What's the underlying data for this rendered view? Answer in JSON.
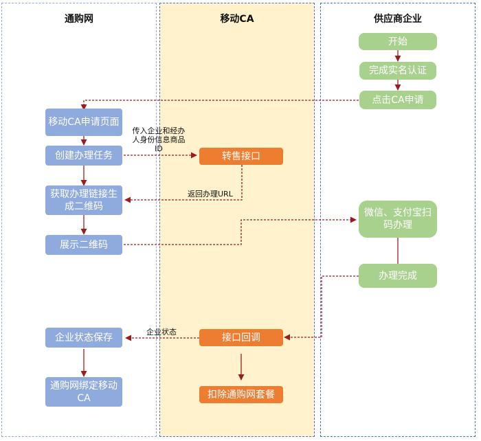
{
  "lanes": {
    "left": {
      "title": "通购网"
    },
    "middle": {
      "title": "移动CA"
    },
    "right": {
      "title": "供应商企业"
    }
  },
  "nodes": {
    "start": "开始",
    "realname": "完成实名认证",
    "click_ca": "点击CA申请",
    "ca_page": "移动CA申请页面",
    "create_task": "创建办理任务",
    "resale_api": "转售接口",
    "get_link": "获取办理链接生成二维码",
    "show_qr": "展示二维码",
    "scan": "微信、支付宝扫码办理",
    "done": "办理完成",
    "callback": "接口回调",
    "save_status": "企业状态保存",
    "deduct": "扣除通购网套餐",
    "bind": "通购网绑定移动CA"
  },
  "edge_labels": {
    "pass_info": "传入企业和经办人身份信息商品ID",
    "return_url": "返回办理URL",
    "status": "企业状态"
  },
  "colors": {
    "blue_node": "#8faadc",
    "orange_node": "#ed7d31",
    "green_node": "#a9d18e",
    "middle_lane": "#fff2cc",
    "arrow": "#9b1c1c"
  }
}
